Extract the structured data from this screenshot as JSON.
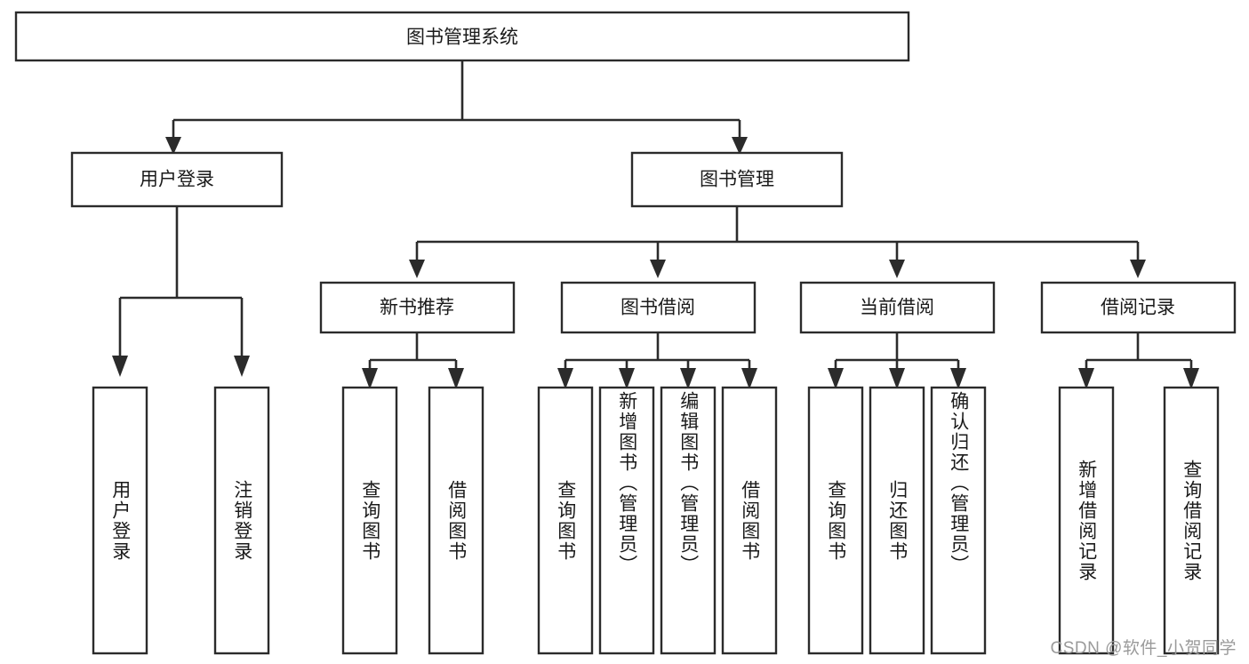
{
  "diagram": {
    "type": "tree",
    "title": "图书管理系统",
    "orientation": "top-down",
    "watermark": "CSDN @软件_小贺同学",
    "colors": {
      "box_fill": "#ffffff",
      "box_stroke": "#2b2b2b",
      "connector": "#2b2b2b",
      "text": "#1a1a1a",
      "watermark": "#9a9a9a"
    },
    "levels": {
      "root": {
        "label": "图书管理系统"
      },
      "level2": [
        {
          "id": "user-login",
          "label": "用户登录"
        },
        {
          "id": "book-manage",
          "label": "图书管理"
        }
      ],
      "level3": [
        {
          "id": "new-book-rec",
          "label": "新书推荐",
          "parent": "book-manage"
        },
        {
          "id": "book-borrow",
          "label": "图书借阅",
          "parent": "book-manage"
        },
        {
          "id": "current-borrow",
          "label": "当前借阅",
          "parent": "book-manage"
        },
        {
          "id": "borrow-record",
          "label": "借阅记录",
          "parent": "book-manage"
        }
      ],
      "leaves": [
        {
          "id": "leaf-user-login",
          "label": "用户登录",
          "parent": "user-login"
        },
        {
          "id": "leaf-user-logout",
          "label": "注销登录",
          "parent": "user-login"
        },
        {
          "id": "leaf-query-book-1",
          "label": "查询图书",
          "parent": "new-book-rec"
        },
        {
          "id": "leaf-borrow-book-1",
          "label": "借阅图书",
          "parent": "new-book-rec"
        },
        {
          "id": "leaf-query-book-2",
          "label": "查询图书",
          "parent": "book-borrow"
        },
        {
          "id": "leaf-add-book",
          "label": "新增图书（管理员）",
          "parent": "book-borrow"
        },
        {
          "id": "leaf-edit-book",
          "label": "编辑图书（管理员）",
          "parent": "book-borrow"
        },
        {
          "id": "leaf-borrow-book-2",
          "label": "借阅图书",
          "parent": "book-borrow"
        },
        {
          "id": "leaf-query-book-3",
          "label": "查询图书",
          "parent": "current-borrow"
        },
        {
          "id": "leaf-return-book",
          "label": "归还图书",
          "parent": "current-borrow"
        },
        {
          "id": "leaf-confirm-return",
          "label": "确认归还（管理员）",
          "parent": "current-borrow"
        },
        {
          "id": "leaf-add-record",
          "label": "新增借阅记录",
          "parent": "borrow-record"
        },
        {
          "id": "leaf-query-record",
          "label": "查询借阅记录",
          "parent": "borrow-record"
        }
      ]
    }
  }
}
